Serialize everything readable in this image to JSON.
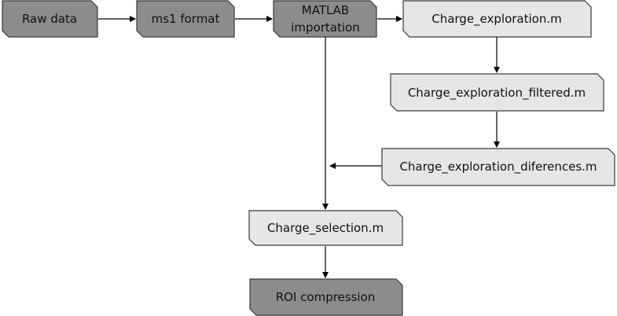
{
  "diagram": {
    "colors": {
      "dark_fill": "#8c8c8c",
      "light_fill": "#e6e6e6",
      "border": "#3a3a3a",
      "text": "#111111",
      "arrow": "#000000"
    },
    "nodes": {
      "raw_data": {
        "label": "Raw data",
        "style": "dark"
      },
      "ms1_format": {
        "label": "ms1 format",
        "style": "dark"
      },
      "matlab_importation": {
        "label_line1": "MATLAB",
        "label_line2": "importation",
        "style": "dark"
      },
      "charge_exploration": {
        "label": "Charge_exploration.m",
        "style": "light"
      },
      "charge_exploration_filtered": {
        "label": "Charge_exploration_filtered.m",
        "style": "light"
      },
      "charge_exploration_diferences": {
        "label": "Charge_exploration_diferences.m",
        "style": "light"
      },
      "charge_selection": {
        "label": "Charge_selection.m",
        "style": "light"
      },
      "roi_compression": {
        "label": "ROI compression",
        "style": "dark"
      }
    },
    "edges": [
      {
        "from": "raw_data",
        "to": "ms1_format"
      },
      {
        "from": "ms1_format",
        "to": "matlab_importation"
      },
      {
        "from": "matlab_importation",
        "to": "charge_exploration"
      },
      {
        "from": "charge_exploration",
        "to": "charge_exploration_filtered"
      },
      {
        "from": "charge_exploration_filtered",
        "to": "charge_exploration_diferences"
      },
      {
        "from": "charge_exploration_diferences",
        "to": "matlab_importation_trunk"
      },
      {
        "from": "matlab_importation",
        "to": "charge_selection"
      },
      {
        "from": "charge_selection",
        "to": "roi_compression"
      }
    ]
  }
}
